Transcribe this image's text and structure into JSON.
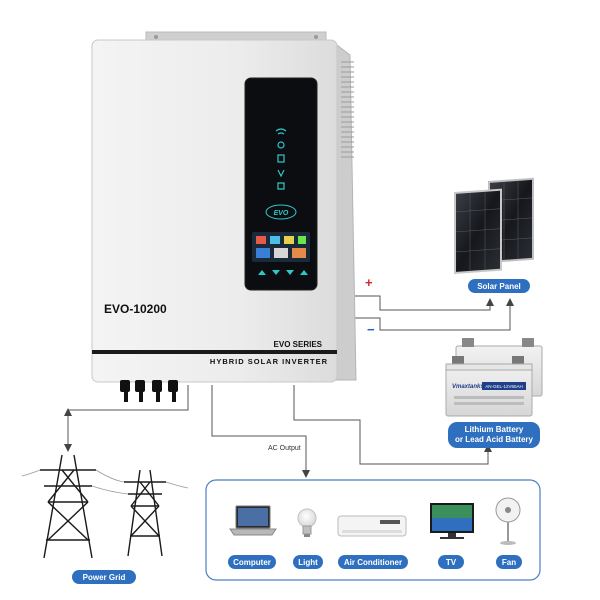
{
  "inverter": {
    "model": "EVO-10200",
    "series": "EVO SERIES",
    "subtitle": "HYBRID SOLAR INVERTER",
    "logo": "EVO"
  },
  "labels": {
    "solar_panel": "Solar Panel",
    "battery_line1": "Lithium Battery",
    "battery_line2": "or Lead Acid Battery",
    "power_grid": "Power Grid",
    "ac_output": "AC Output",
    "plus": "+",
    "minus": "−"
  },
  "battery_brand": "Vmaxtanks",
  "battery_model": "AN-GEL-12V65AH",
  "appliances": [
    {
      "label": "Computer",
      "icon": "laptop-icon"
    },
    {
      "label": "Light",
      "icon": "light-bulb-icon"
    },
    {
      "label": "Air Conditioner",
      "icon": "air-conditioner-icon"
    },
    {
      "label": "TV",
      "icon": "tv-icon"
    },
    {
      "label": "Fan",
      "icon": "fan-icon"
    }
  ],
  "colors": {
    "accent": "#2f6fbf",
    "positive": "#d62828",
    "negative": "#1f5fbf",
    "display_glow": "#2ec8c8"
  }
}
